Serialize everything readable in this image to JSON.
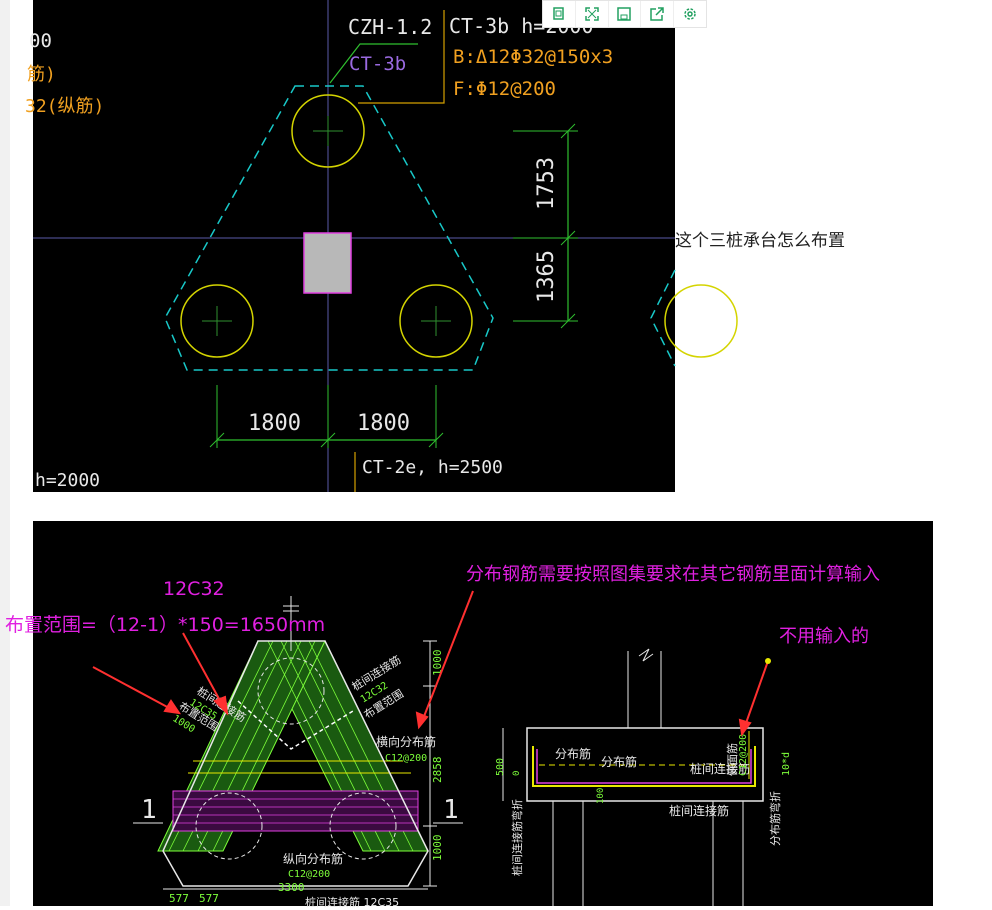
{
  "question": "这个三桩承台怎么布置",
  "toolbar": {
    "icons": [
      "copy-icon",
      "fullscreen-icon",
      "save-icon",
      "share-icon",
      "settings-icon"
    ]
  },
  "drawing1": {
    "left_text": [
      "00",
      "筋)",
      "32(纵筋)"
    ],
    "cap_label": "CZH-1.2",
    "cap_sub": "CT-3b",
    "spec_title": "CT-3b h=2000",
    "spec_b": "B:Δ12Φ32@150x3",
    "spec_f": "F:Φ12@200",
    "dim_top": "1753",
    "dim_bottom": "1365",
    "dim_left": "1800",
    "dim_right": "1800",
    "h_left": "h=2000",
    "ct2e": "CT-2e,  h=2500"
  },
  "drawing2": {
    "ann_12c32": "12C32",
    "ann_range": "布置范围=（12-1）*150=1650mm",
    "ann_distribution": "分布钢筋需要按照图集要求在其它钢筋里面计算输入",
    "ann_no_input": "不用输入的",
    "lbl_pile_conn_left": "桩间连接筋",
    "lbl_pile_conn_left_spec": "12C35",
    "lbl_range_left": "布置范围",
    "lbl_range_left_val": "1000",
    "lbl_pile_conn_right": "桩间连接筋",
    "lbl_pile_conn_right_spec": "12C32",
    "lbl_range_right": "布置范围",
    "lbl_horiz": "横向分布筋",
    "lbl_horiz_spec": "C12@200",
    "lbl_vert": "纵向分布筋",
    "lbl_vert_spec": "C12@200",
    "dim_1000_top": "1000",
    "dim_2858": "2858",
    "dim_1000_bot": "1000",
    "dim_3300": "3300",
    "dim_577a": "577",
    "dim_577b": "577",
    "section_mark": "1",
    "sec_dist1": "分布筋",
    "sec_dist2": "分布筋",
    "sec_conn": "桩间连接筋",
    "sec_conn2": "桩间连接筋",
    "sec_side": "侧面筋",
    "sec_side_spec": "C12@200",
    "sec_bend_left": "桩间连接筋弯折",
    "sec_bend_right": "分布筋弯折",
    "sec_500": "500",
    "sec_100": "100",
    "sec_10d": "10*d",
    "sec_0": "0",
    "bottom_label": "桩间连接筋 12C35"
  }
}
